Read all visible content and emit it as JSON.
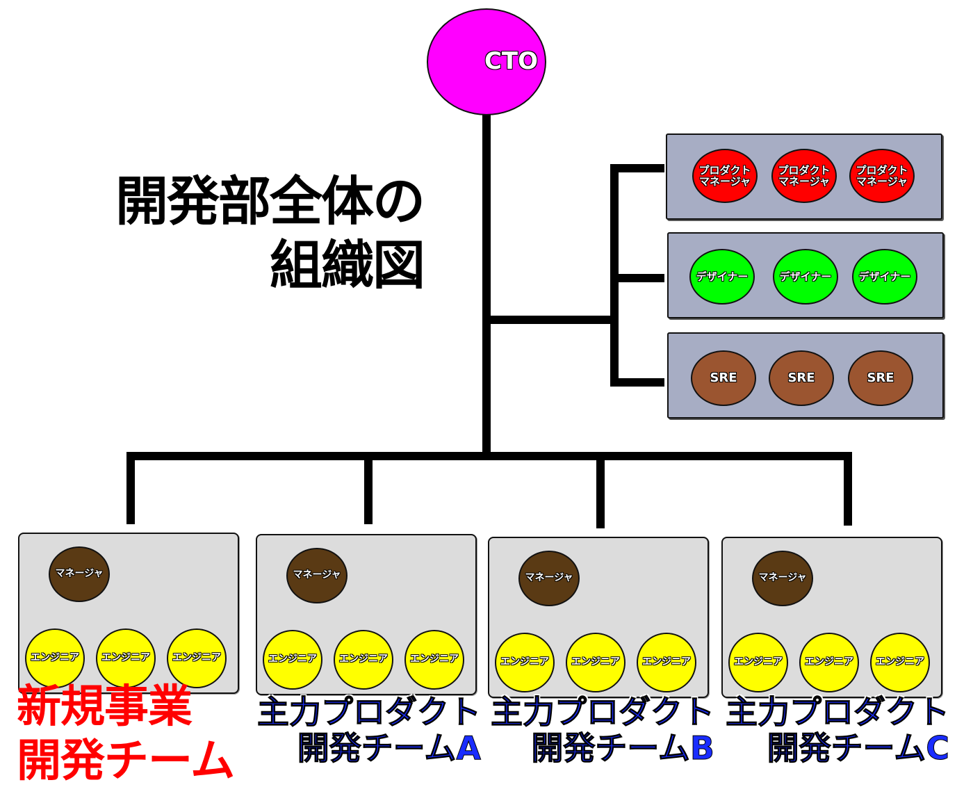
{
  "title": [
    "開発部全体の",
    "組織図"
  ],
  "cto": {
    "label": "CTO"
  },
  "side_groups": [
    {
      "role": "product-manager",
      "color": "#ff0000",
      "members": [
        "プロダクト\nマネージャ",
        "プロダクト\nマネージャ",
        "プロダクト\nマネージャ"
      ]
    },
    {
      "role": "designer",
      "color": "#00ff00",
      "members": [
        "デザイナー",
        "デザイナー",
        "デザイナー"
      ]
    },
    {
      "role": "sre",
      "color": "#9b5530",
      "members": [
        "SRE",
        "SRE",
        "SRE"
      ]
    }
  ],
  "teams": [
    {
      "manager": "マネージャ",
      "engineers": [
        "エンジニア",
        "エンジニア",
        "エンジニア"
      ],
      "label": "新規事業\n開発チーム",
      "label_color": "#ff0000"
    },
    {
      "manager": "マネージャ",
      "engineers": [
        "エンジニア",
        "エンジニア",
        "エンジニア"
      ],
      "label": "主力プロダクト\n開発チームA",
      "label_color": "#1a2dff"
    },
    {
      "manager": "マネージャ",
      "engineers": [
        "エンジニア",
        "エンジニア",
        "エンジニア"
      ],
      "label": "主力プロダクト\n開発チームB",
      "label_color": "#1a2dff"
    },
    {
      "manager": "マネージャ",
      "engineers": [
        "エンジニア",
        "エンジニア",
        "エンジニア"
      ],
      "label": "主力プロダクト\n開発チームC",
      "label_color": "#1a2dff"
    }
  ]
}
